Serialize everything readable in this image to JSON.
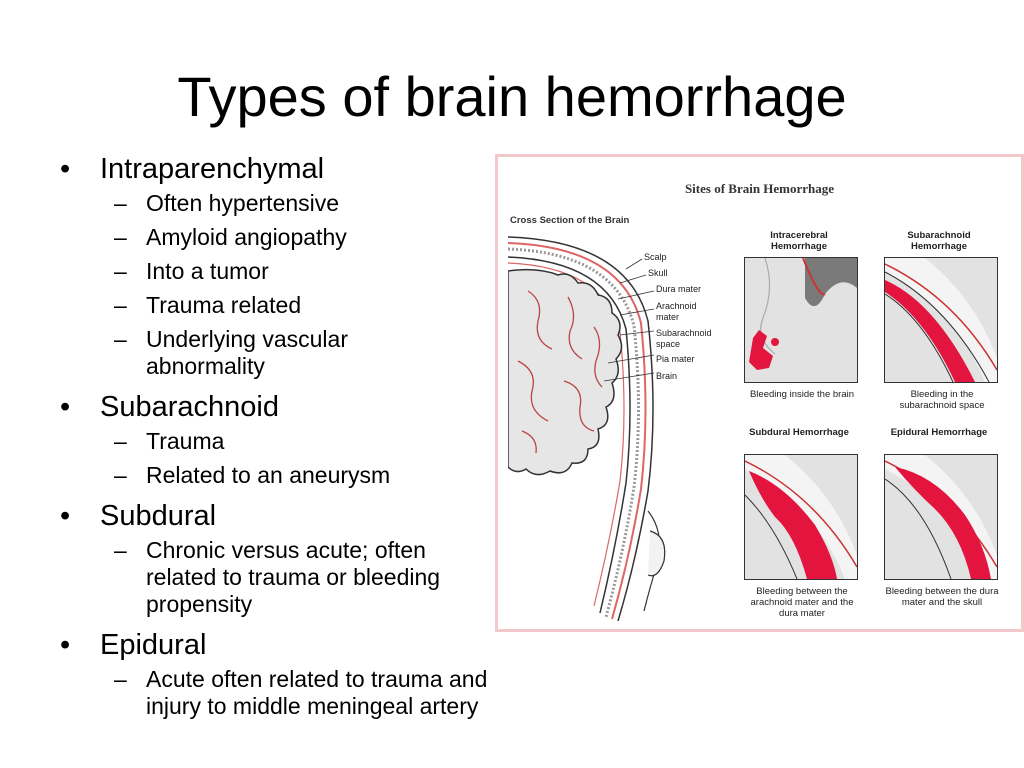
{
  "slide": {
    "title": "Types of brain hemorrhage"
  },
  "bullets": [
    {
      "label": "Intraparenchymal",
      "subitems": [
        "Often hypertensive",
        "Amyloid angiopathy",
        "Into a tumor",
        "Trauma related",
        "Underlying vascular abnormality"
      ]
    },
    {
      "label": "Subarachnoid",
      "subitems": [
        "Trauma",
        "Related to an aneurysm"
      ]
    },
    {
      "label": "Subdural",
      "subitems": [
        "Chronic versus acute; often related to trauma or bleeding propensity"
      ]
    },
    {
      "label": "Epidural",
      "subitems": [
        "Acute often related to trauma and injury to middle meningeal artery"
      ]
    }
  ],
  "figure": {
    "title": "Sites of Brain Hemorrhage",
    "section_label": "Cross Section of the Brain",
    "layer_labels": {
      "scalp": "Scalp",
      "skull": "Skull",
      "dura": "Dura mater",
      "arachnoid": "Arachnoid mater",
      "subarachnoid": "Subarachnoid space",
      "pia": "Pia mater",
      "brain": "Brain"
    },
    "panels": {
      "intracerebral": {
        "title": "Intracerebral Hemorrhage",
        "caption": "Bleeding inside the brain"
      },
      "subarachnoid": {
        "title": "Subarachnoid Hemorrhage",
        "caption": "Bleeding in the subarachnoid space"
      },
      "subdural": {
        "title": "Subdural Hemorrhage",
        "caption": "Bleeding between the arachnoid mater and the dura mater"
      },
      "epidural": {
        "title": "Epidural Hemorrhage",
        "caption": "Bleeding between the dura mater and the skull"
      }
    },
    "colors": {
      "blood": "#e3153f",
      "frame": "#f2c8cb",
      "tissue": "#dcdcdc"
    }
  }
}
